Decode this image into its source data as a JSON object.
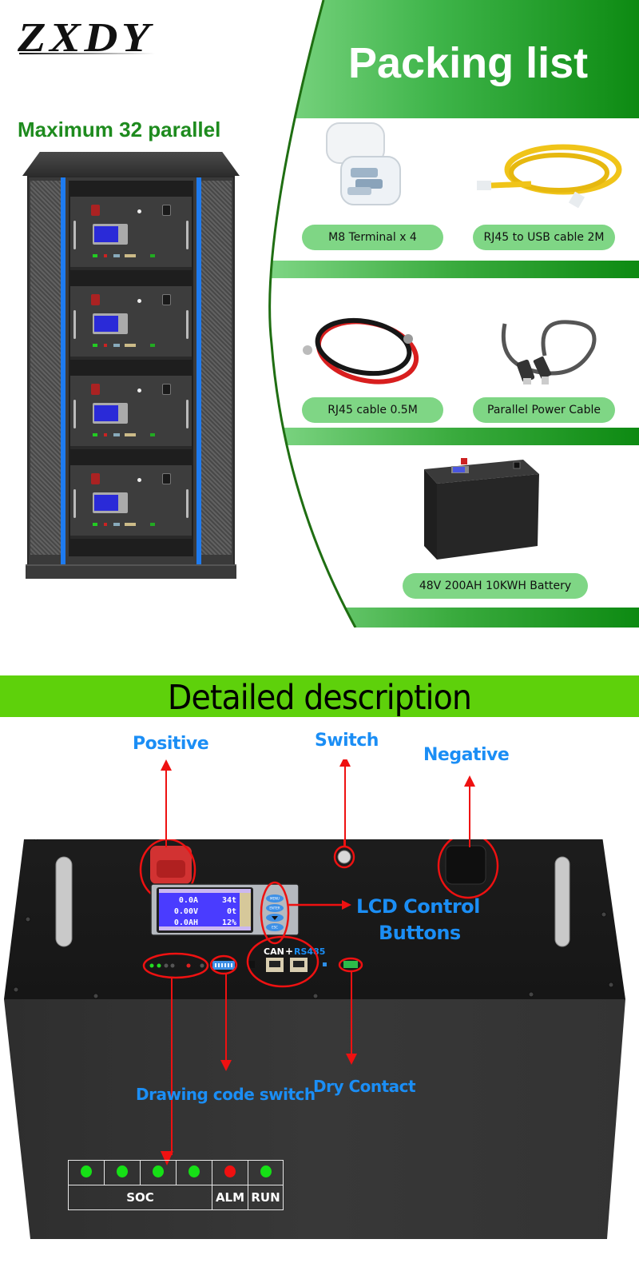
{
  "brand": {
    "logo_text": "ZXDY"
  },
  "rack_section": {
    "headline": "Maximum 32 parallel",
    "module_count": 4
  },
  "packing_list": {
    "title": "Packing list",
    "items": [
      {
        "label": "M8 Terminal x 4",
        "icon": "terminal-bolts-box"
      },
      {
        "label": "RJ45 to USB cable 2M",
        "icon": "yellow-ethernet-cable"
      },
      {
        "label": "RJ45 cable 0.5M",
        "icon": "red-black-power-cable"
      },
      {
        "label": "Parallel Power Cable",
        "icon": "usb-cable"
      },
      {
        "label": "48V 200AH 10KWH Battery",
        "icon": "battery-unit"
      }
    ]
  },
  "detail_section": {
    "title": "Detailed description",
    "callouts": {
      "positive": "Positive",
      "switch": "Switch",
      "negative": "Negative",
      "lcd_line1": "LCD Control",
      "lcd_line2": "Buttons",
      "drawing_code_switch": "Drawing code switch",
      "dry_contact": "Dry Contact"
    },
    "port_label_can": "CAN",
    "port_label_plus": "+",
    "port_label_rs485": "RS485",
    "lcd": {
      "rows": [
        {
          "value": "0.0A",
          "right": "34t"
        },
        {
          "value": "0.00V",
          "right": "0t"
        },
        {
          "value": "0.0AH",
          "right": "12%"
        }
      ],
      "buttons": [
        "MENU",
        "ENTER",
        "▼",
        "ESC"
      ]
    },
    "indicator_table": {
      "leds": [
        {
          "group": "SOC",
          "color": "#16e016"
        },
        {
          "group": "SOC",
          "color": "#16e016"
        },
        {
          "group": "SOC",
          "color": "#16e016"
        },
        {
          "group": "SOC",
          "color": "#16e016"
        },
        {
          "group": "ALM",
          "color": "#f01010"
        },
        {
          "group": "RUN",
          "color": "#16e016"
        }
      ],
      "labels": {
        "soc": "SOC",
        "alm": "ALM",
        "run": "RUN"
      }
    }
  },
  "colors": {
    "brand_green": "#1e8b1e",
    "band_green": "#5ed10b",
    "pill_green": "#7fd685",
    "callout_blue": "#1b8ef5",
    "annotation_red": "#ee1111"
  }
}
